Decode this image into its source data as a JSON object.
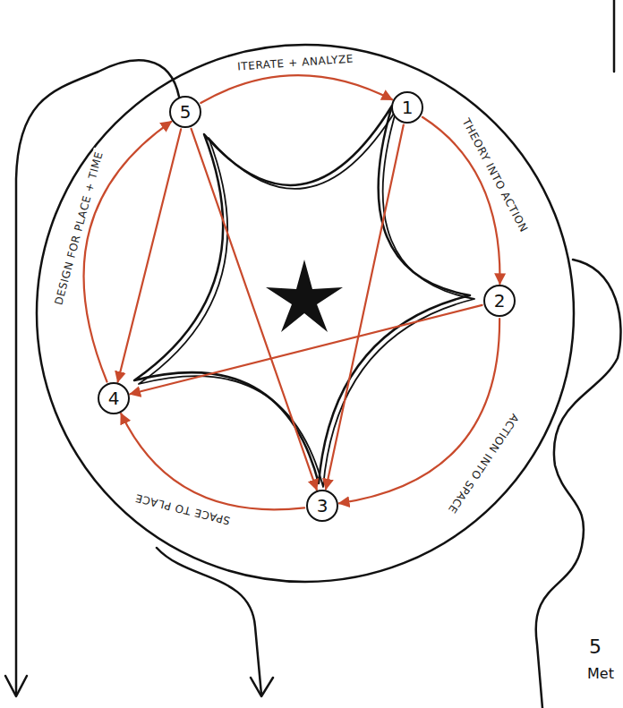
{
  "diagram": {
    "nodes": [
      {
        "text": [
          "1"
        ]
      },
      {
        "text": [
          "2"
        ]
      },
      {
        "text": [
          "3"
        ]
      },
      {
        "text": [
          "4"
        ]
      },
      {
        "text": [
          "5"
        ]
      }
    ],
    "edges": [
      {
        "from": 4,
        "to": 0,
        "label": "ITERATE + ANALYZE",
        "arrow": "to"
      },
      {
        "from": 0,
        "to": 1,
        "label": "THEORY INTO ACTION",
        "arrow": "to"
      },
      {
        "from": 1,
        "to": 2,
        "label": "ACTION INTO SPACE",
        "arrow": "to"
      },
      {
        "from": 2,
        "to": 3,
        "label": "SPACE TO PLACE",
        "arrow": "to"
      },
      {
        "from": 3,
        "to": 4,
        "label": "DESIGN FOR PLACE + TIME",
        "arrow": "to"
      },
      {
        "from": 4,
        "to": 3,
        "arrow": "to"
      },
      {
        "from": 4,
        "to": 2,
        "arrow": "to"
      },
      {
        "from": 0,
        "to": 2,
        "arrow": "to"
      },
      {
        "from": 1,
        "to": 3,
        "arrow": "to"
      }
    ],
    "labels": [
      "5",
      "Met"
    ]
  }
}
